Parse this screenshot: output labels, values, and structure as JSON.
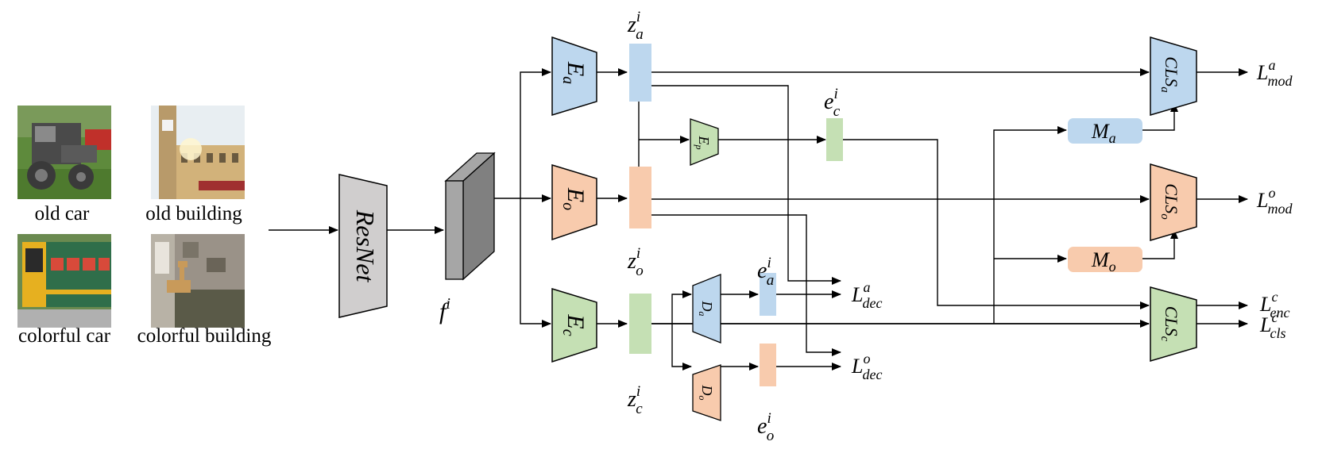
{
  "images": [
    {
      "id": "old-car",
      "caption": "old car"
    },
    {
      "id": "old-building",
      "caption": "old building"
    },
    {
      "id": "colorful-car",
      "caption": "colorful car"
    },
    {
      "id": "colorful-building",
      "caption": "colorful building"
    }
  ],
  "backbone": {
    "label": "ResNet"
  },
  "feature": {
    "base": "f",
    "sup": "i"
  },
  "encoders": {
    "attr": {
      "base": "E",
      "sub": "a"
    },
    "obj": {
      "base": "E",
      "sub": "o"
    },
    "comp": {
      "base": "E",
      "sub": "c"
    },
    "proj": {
      "base": "E",
      "sub": "p"
    }
  },
  "decoders": {
    "attr": {
      "base": "D",
      "sub": "a"
    },
    "obj": {
      "base": "D",
      "sub": "o"
    }
  },
  "embeddings": {
    "za": {
      "base": "z",
      "sub": "a",
      "sup": "i"
    },
    "zo": {
      "base": "z",
      "sub": "o",
      "sup": "i"
    },
    "zc": {
      "base": "z",
      "sub": "c",
      "sup": "i"
    },
    "ec": {
      "base": "e",
      "sub": "c",
      "sup": "i"
    },
    "ea": {
      "base": "e",
      "sub": "a",
      "sup": "i"
    },
    "eo": {
      "base": "e",
      "sub": "o",
      "sup": "i"
    }
  },
  "memories": {
    "ma": {
      "base": "M",
      "sub": "a"
    },
    "mo": {
      "base": "M",
      "sub": "o"
    }
  },
  "classifiers": {
    "attr": {
      "base": "CLS",
      "sub": "a"
    },
    "obj": {
      "base": "CLS",
      "sub": "o"
    },
    "comp": {
      "base": "CLS",
      "sub": "c"
    }
  },
  "losses": {
    "mod_a": {
      "base": "L",
      "sub": "mod",
      "sup": "a"
    },
    "mod_o": {
      "base": "L",
      "sub": "mod",
      "sup": "o"
    },
    "dec_a": {
      "base": "L",
      "sub": "dec",
      "sup": "a"
    },
    "dec_o": {
      "base": "L",
      "sub": "dec",
      "sup": "o"
    },
    "enc_c": {
      "base": "L",
      "sub": "enc",
      "sup": "c"
    },
    "cls_c": {
      "base": "L",
      "sub": "cls",
      "sup": "c"
    }
  },
  "colors": {
    "attr": "#bdd7ee",
    "obj": "#f8cbad",
    "comp": "#c5e0b4",
    "gray_light": "#d0cece",
    "gray_dark": "#808080",
    "gray_mid": "#a6a6a6"
  }
}
